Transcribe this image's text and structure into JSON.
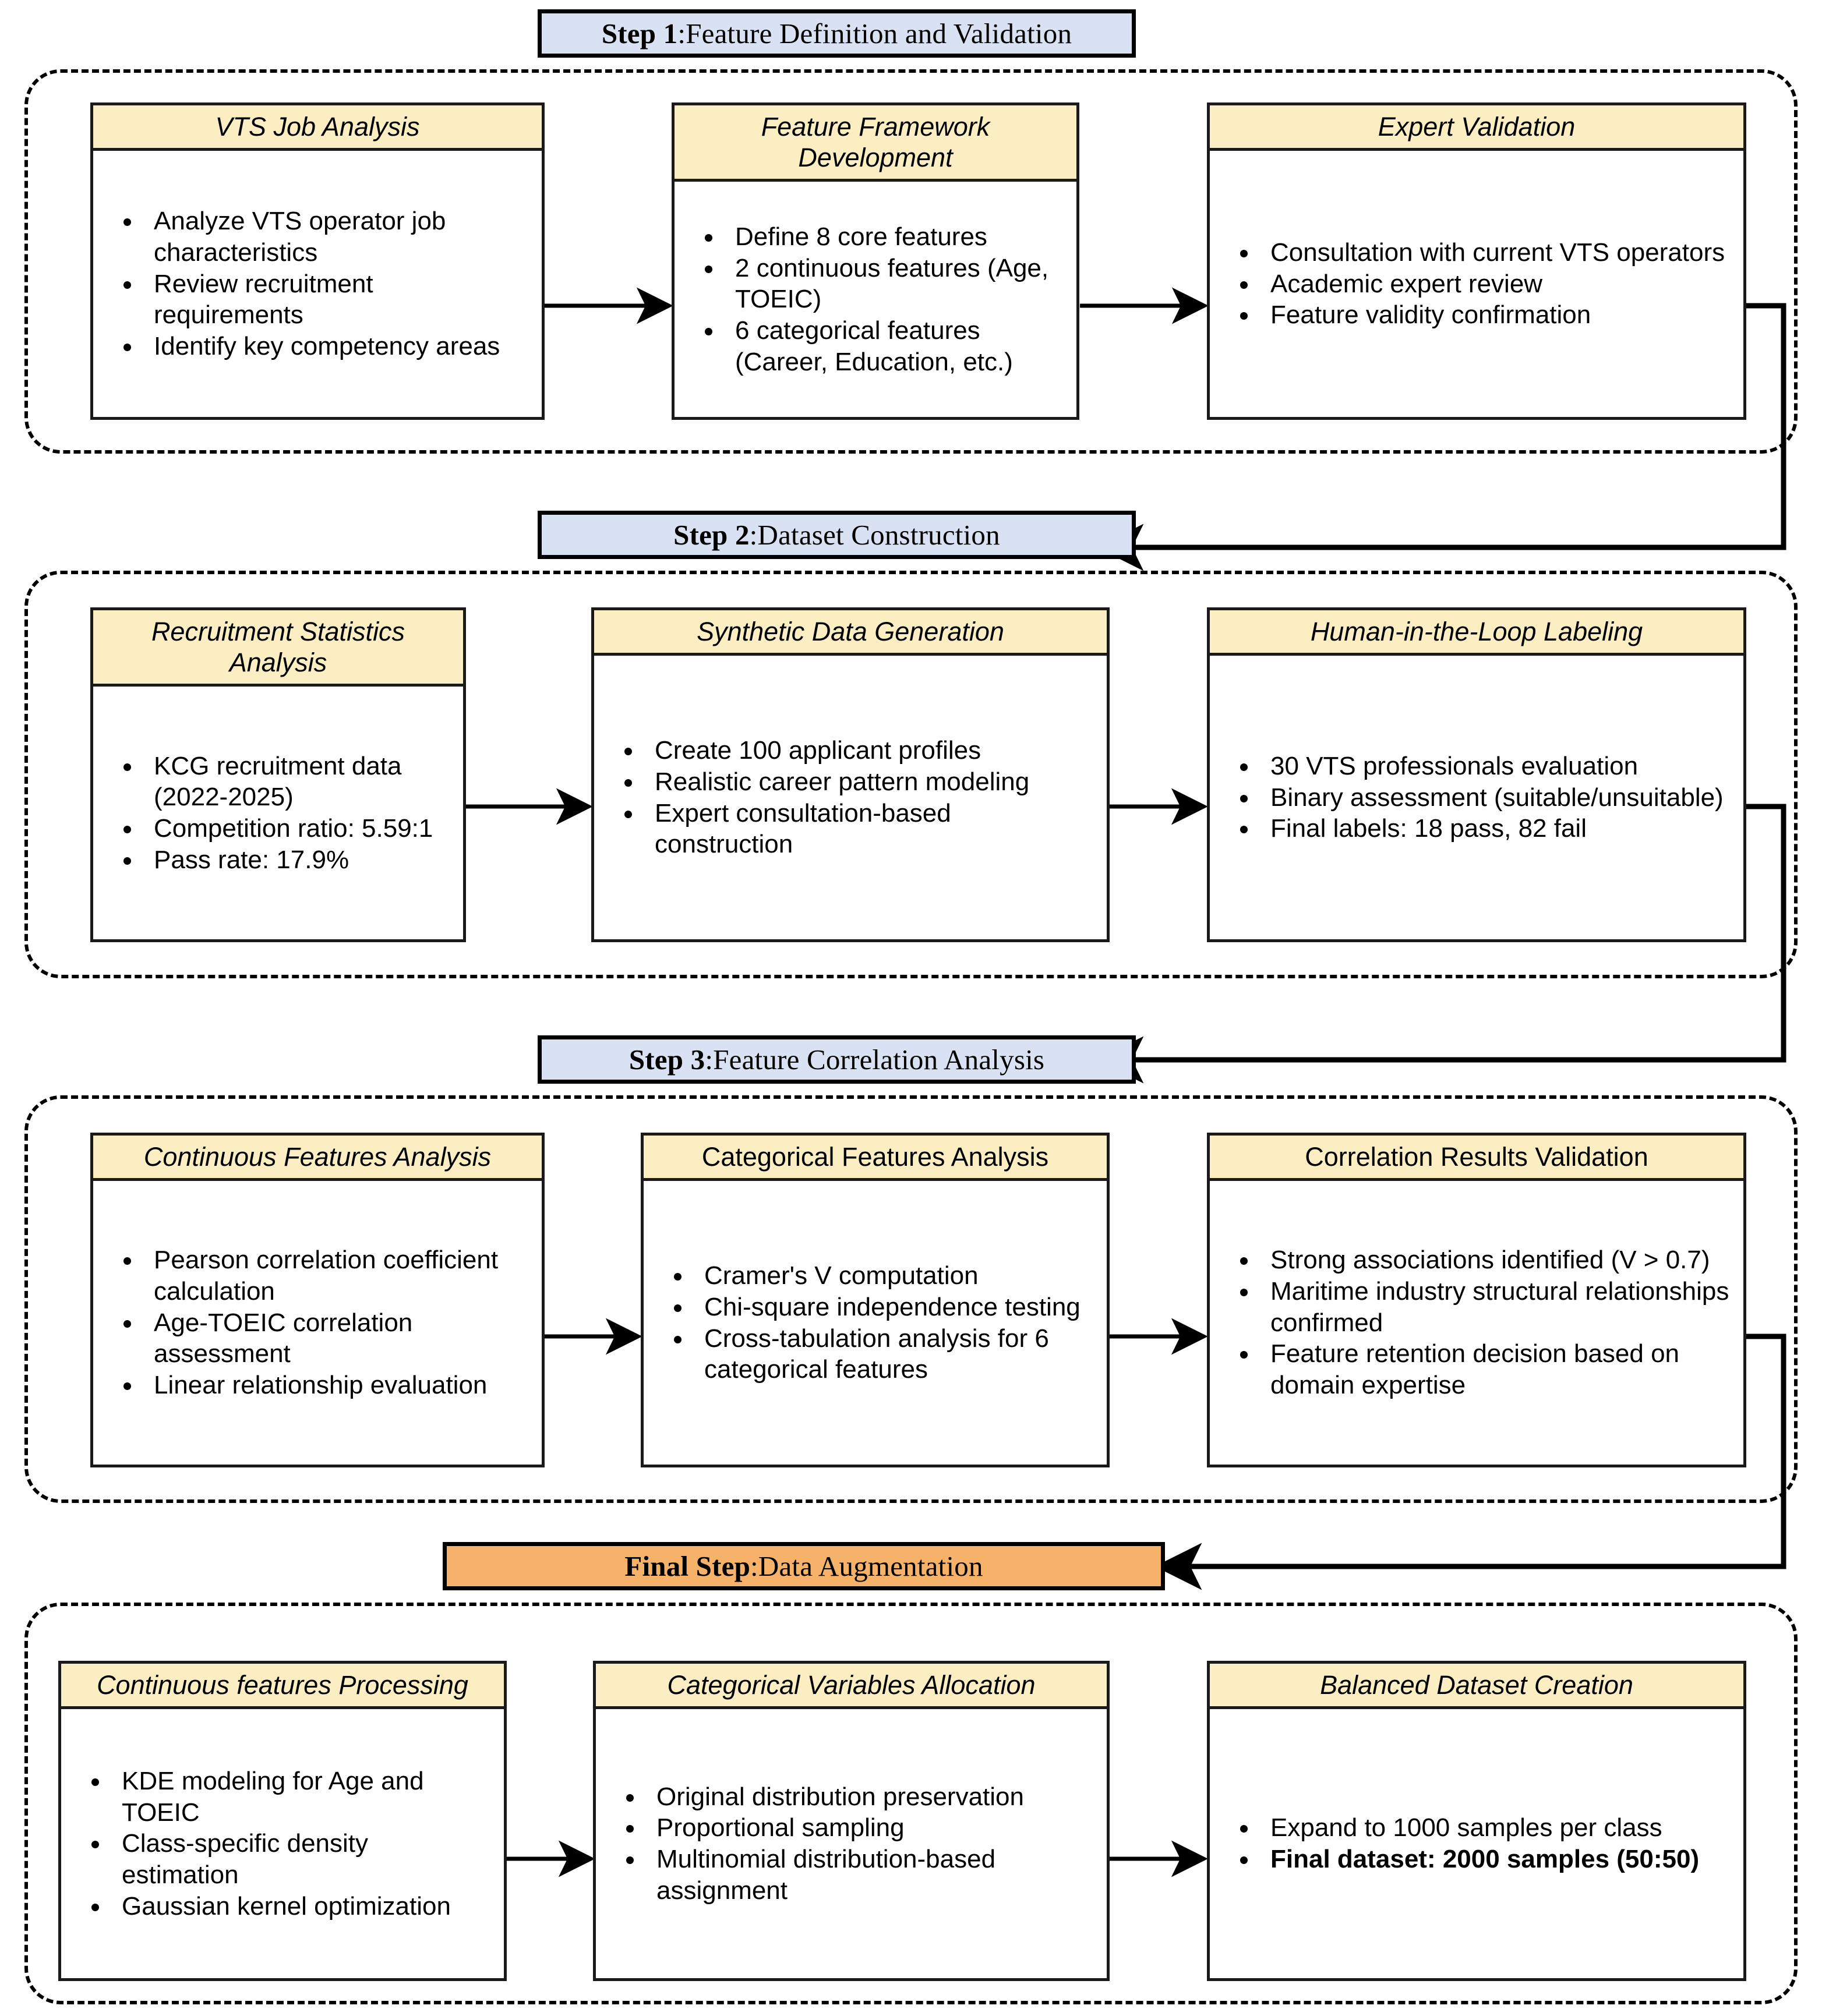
{
  "colors": {
    "step_banner_blue": "#d9e2f3",
    "final_banner_orange": "#f7b26a",
    "card_header_yellow": "#fbeec2",
    "outline_black": "#000000",
    "card_body_white": "#ffffff"
  },
  "sections": [
    {
      "id": "step1",
      "banner": {
        "prefix": "Step 1",
        "separator": ": ",
        "title": "Feature Definition and Validation",
        "style": "blue"
      },
      "cards": [
        {
          "title": "VTS Job Analysis",
          "title_italic": true,
          "bullets": [
            "Analyze VTS operator job characteristics",
            "Review recruitment requirements",
            "Identify key competency areas"
          ]
        },
        {
          "title": "Feature Framework Development",
          "title_italic": true,
          "bullets": [
            "Define 8 core features",
            "2 continuous features (Age, TOEIC)",
            "6 categorical features (Career, Education, etc.)"
          ]
        },
        {
          "title": "Expert Validation",
          "title_italic": true,
          "bullets": [
            "Consultation with current VTS operators",
            "Academic expert review",
            "Feature validity confirmation"
          ]
        }
      ]
    },
    {
      "id": "step2",
      "banner": {
        "prefix": "Step 2",
        "separator": ": ",
        "title": "Dataset Construction",
        "style": "blue"
      },
      "cards": [
        {
          "title": "Recruitment Statistics Analysis",
          "title_italic": true,
          "bullets": [
            "KCG recruitment data (2022-2025)",
            "Competition ratio: 5.59:1",
            "Pass rate: 17.9%"
          ]
        },
        {
          "title": "Synthetic Data Generation",
          "title_italic": true,
          "bullets": [
            "Create 100 applicant profiles",
            "Realistic career pattern modeling",
            "Expert consultation-based construction"
          ]
        },
        {
          "title": "Human-in-the-Loop Labeling",
          "title_italic": true,
          "bullets": [
            "30 VTS professionals evaluation",
            "Binary assessment (suitable/unsuitable)",
            "Final labels: 18 pass, 82 fail"
          ]
        }
      ]
    },
    {
      "id": "step3",
      "banner": {
        "prefix": "Step 3",
        "separator": ": ",
        "title": "Feature Correlation Analysis",
        "style": "blue"
      },
      "cards": [
        {
          "title": "Continuous Features Analysis",
          "title_italic": true,
          "bullets": [
            "Pearson correlation coefficient calculation",
            "Age-TOEIC correlation assessment",
            "Linear relationship evaluation"
          ]
        },
        {
          "title": "Categorical Features Analysis",
          "title_italic": false,
          "bullets": [
            "Cramer's V computation",
            "Chi-square independence testing",
            "Cross-tabulation analysis for 6 categorical features"
          ]
        },
        {
          "title": "Correlation Results Validation",
          "title_italic": false,
          "bullets": [
            "Strong associations identified (V > 0.7)",
            "Maritime industry structural relationships confirmed",
            "Feature retention decision based on domain expertise"
          ]
        }
      ]
    },
    {
      "id": "final",
      "banner": {
        "prefix": "Final Step",
        "separator": ": ",
        "title": "Data Augmentation",
        "style": "orange"
      },
      "cards": [
        {
          "title": "Continuous features Processing",
          "title_italic": true,
          "bullets": [
            "KDE modeling for Age and TOEIC",
            "Class-specific density estimation",
            "Gaussian kernel optimization"
          ]
        },
        {
          "title": "Categorical Variables Allocation",
          "title_italic": true,
          "bullets": [
            "Original distribution preservation",
            "Proportional sampling",
            "Multinomial distribution-based assignment"
          ]
        },
        {
          "title": "Balanced Dataset Creation",
          "title_italic": true,
          "bullets": [
            "Expand to 1000 samples per class",
            "Final dataset: 2000 samples (50:50)"
          ],
          "bold_bullets": [
            1
          ]
        }
      ]
    }
  ]
}
